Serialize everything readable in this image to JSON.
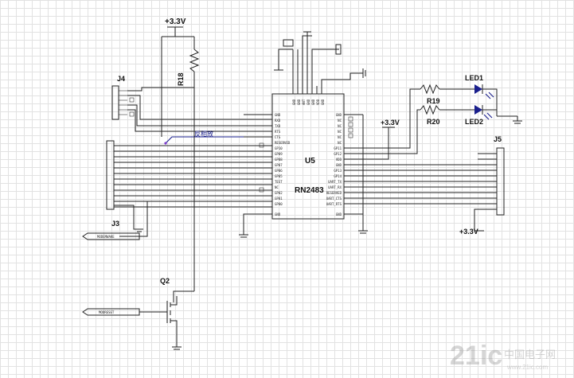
{
  "labels": {
    "vcc_top": "+3.3V",
    "vcc_mid": "+3.3V",
    "vcc_bottom": "+3.3V",
    "r18": "R18",
    "r19": "R19",
    "r20": "R20",
    "led1": "LED1",
    "led2": "LED2",
    "j3": "J3",
    "j4": "J4",
    "j5": "J5",
    "q2": "Q2",
    "u5_ref": "U5",
    "u5_part": "RN2483",
    "net_modemwake": "MODEMWAKE",
    "net_modreset": "MODRESET",
    "watermark_num": "21ic",
    "watermark_cn": "中国电子网",
    "watermark_url": "www.21ic.com"
  },
  "u5_left_pins": [
    "GND",
    "RXD",
    "TXD",
    "RTS",
    "CTS",
    "RESERVED",
    "GP10",
    "GP09",
    "GP08",
    "GP07",
    "GP06",
    "GP05",
    "TEST",
    "NC",
    "GP02",
    "GP01",
    "GP00",
    "GND"
  ],
  "u5_right_pins": [
    "GND",
    "NC",
    "NC",
    "NC",
    "NC",
    "NC",
    "GP11",
    "GP12",
    "VDD",
    "GND",
    "GP13",
    "GP14",
    "UART_TX",
    "UART_RX",
    "RESERVED",
    "UART_CTS",
    "UART_RTS",
    "GND"
  ],
  "u5_top_pins": [
    "GND",
    "GND",
    "ANT",
    "GND",
    "GND",
    "VDD",
    "GND"
  ]
}
